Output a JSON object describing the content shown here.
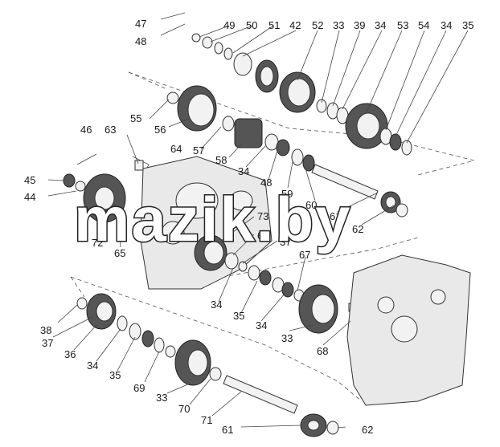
{
  "watermark": "mazik.by",
  "callouts": [
    {
      "id": "c47",
      "text": "47"
    },
    {
      "id": "c48",
      "text": "48"
    },
    {
      "id": "c49",
      "text": "49"
    },
    {
      "id": "c50",
      "text": "50"
    },
    {
      "id": "c51",
      "text": "51"
    },
    {
      "id": "c42",
      "text": "42"
    },
    {
      "id": "c52",
      "text": "52"
    },
    {
      "id": "c33a",
      "text": "33"
    },
    {
      "id": "c39",
      "text": "39"
    },
    {
      "id": "c34a",
      "text": "34"
    },
    {
      "id": "c53",
      "text": "53"
    },
    {
      "id": "c54",
      "text": "54"
    },
    {
      "id": "c34b",
      "text": "34"
    },
    {
      "id": "c35a",
      "text": "35"
    },
    {
      "id": "c55",
      "text": "55"
    },
    {
      "id": "c56",
      "text": "56"
    },
    {
      "id": "c57",
      "text": "57"
    },
    {
      "id": "c58",
      "text": "58"
    },
    {
      "id": "c34c",
      "text": "34"
    },
    {
      "id": "c48b",
      "text": "48"
    },
    {
      "id": "c59",
      "text": "59"
    },
    {
      "id": "c60",
      "text": "60"
    },
    {
      "id": "c61a",
      "text": "61"
    },
    {
      "id": "c62a",
      "text": "62"
    },
    {
      "id": "c46",
      "text": "46"
    },
    {
      "id": "c63",
      "text": "63"
    },
    {
      "id": "c64",
      "text": "64"
    },
    {
      "id": "c45",
      "text": "45"
    },
    {
      "id": "c44",
      "text": "44"
    },
    {
      "id": "c72",
      "text": "72"
    },
    {
      "id": "c65",
      "text": "65"
    },
    {
      "id": "c73",
      "text": "73"
    },
    {
      "id": "c66",
      "text": "66"
    },
    {
      "id": "c37a",
      "text": "37"
    },
    {
      "id": "c67",
      "text": "67"
    },
    {
      "id": "c34d",
      "text": "34"
    },
    {
      "id": "c35b",
      "text": "35"
    },
    {
      "id": "c34e",
      "text": "34"
    },
    {
      "id": "c33b",
      "text": "33"
    },
    {
      "id": "c68",
      "text": "68"
    },
    {
      "id": "c38",
      "text": "38"
    },
    {
      "id": "c37b",
      "text": "37"
    },
    {
      "id": "c36",
      "text": "36"
    },
    {
      "id": "c34f",
      "text": "34"
    },
    {
      "id": "c35c",
      "text": "35"
    },
    {
      "id": "c69",
      "text": "69"
    },
    {
      "id": "c33c",
      "text": "33"
    },
    {
      "id": "c70",
      "text": "70"
    },
    {
      "id": "c71",
      "text": "71"
    },
    {
      "id": "c61b",
      "text": "61"
    },
    {
      "id": "c62b",
      "text": "62"
    }
  ]
}
